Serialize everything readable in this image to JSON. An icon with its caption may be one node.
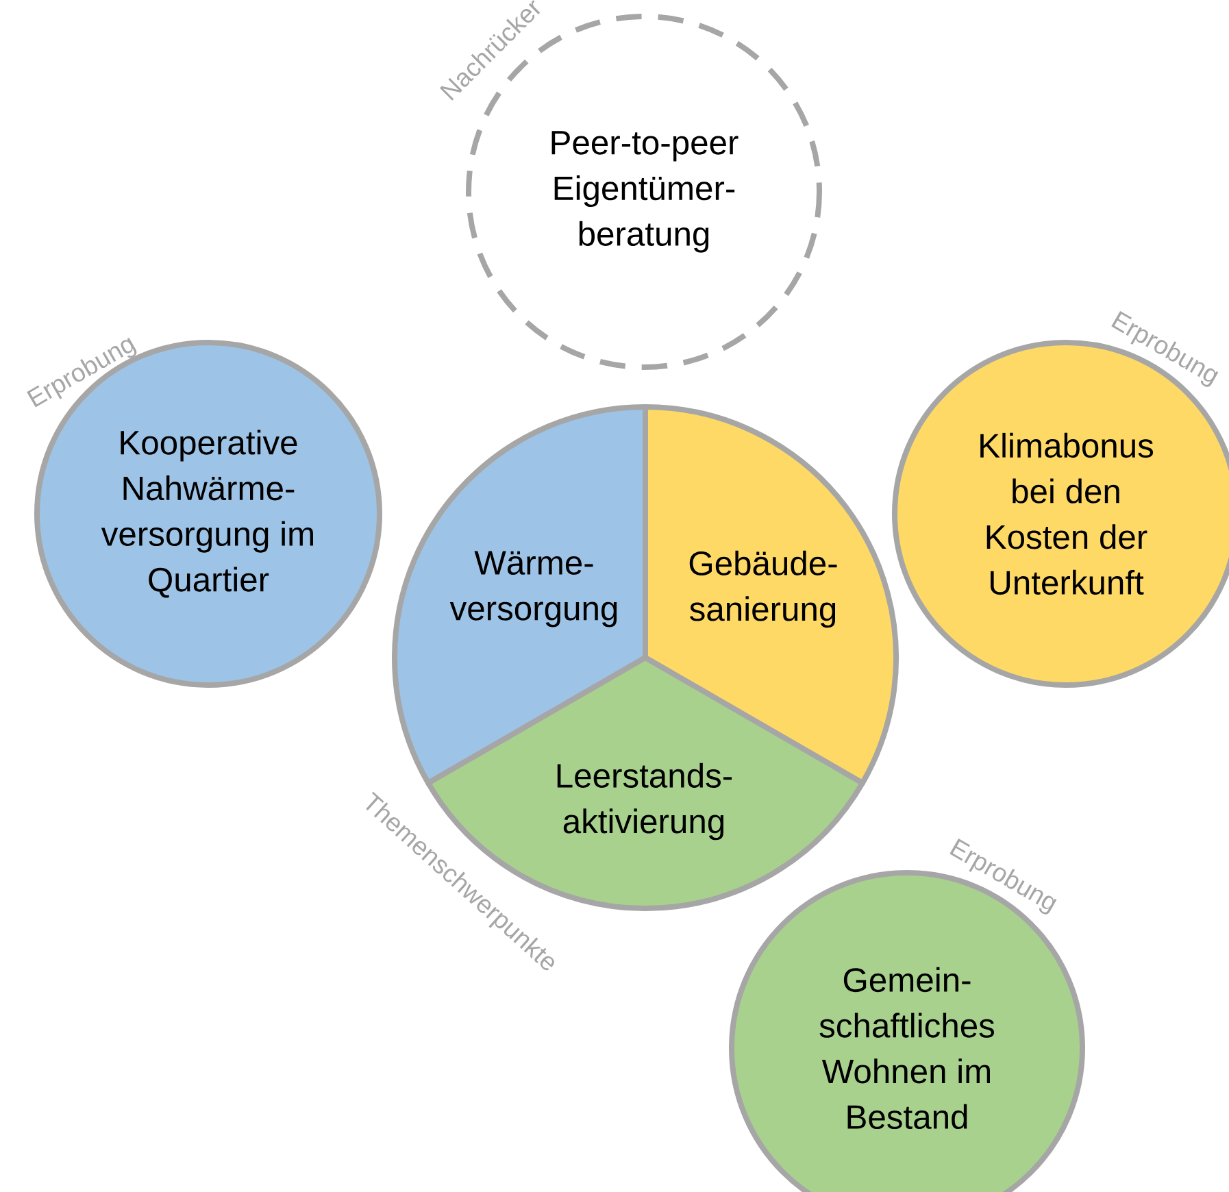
{
  "diagram": {
    "nodes": [
      {
        "text": [
          "Peer-to-peer Eigentümer- beratung"
        ],
        "beside": [
          "Nachrücker"
        ]
      },
      {
        "text": [
          "Kooperative Nahwärme- versorgung im Quartier"
        ],
        "beside": [
          "Erprobung"
        ]
      },
      {
        "text": [
          "Wärme- versorgung"
        ]
      },
      {
        "text": [
          "Gebäude- sanierung"
        ]
      },
      {
        "text": [
          "Leerstands- aktivierung"
        ]
      },
      {
        "text": [
          "Klimabonus bei den Kosten der Unterkunft"
        ],
        "beside": [
          "Erprobung"
        ]
      },
      {
        "text": [
          "Gemein- schaftliches Wohnen im Bestand"
        ],
        "beside": [
          "Erprobung"
        ]
      }
    ],
    "labels": [
      "Themenschwerpunkte"
    ]
  }
}
